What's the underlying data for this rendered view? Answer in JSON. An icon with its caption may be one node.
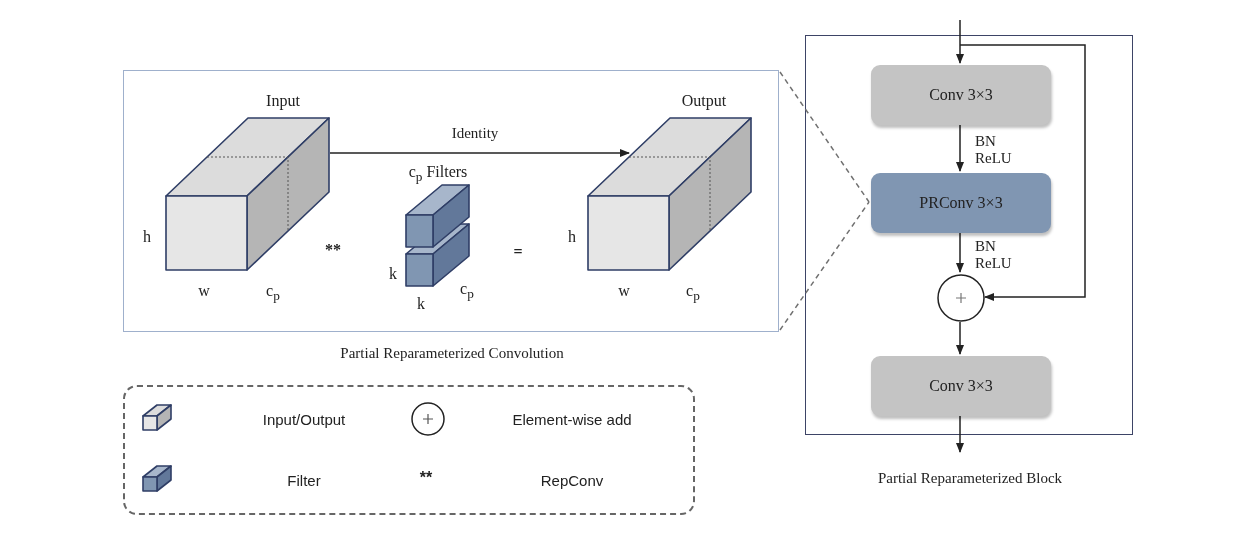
{
  "diagram": {
    "nodes": [
      {
        "text": [
          "Partial Reparameterized Convolution"
        ]
      },
      {
        "text": [
          "Input"
        ],
        "beside": [
          "h",
          "w",
          "c$_{p}$"
        ],
        "in": 0
      },
      {
        "text": [
          "c$_{p}$ Filters"
        ],
        "beside": [
          "k",
          "k",
          "c$_{p}$"
        ],
        "in": 0
      },
      {
        "text": [
          "Output"
        ],
        "beside": [
          "h",
          "w",
          "c$_{p}$"
        ],
        "in": 0
      },
      {
        "text": [
          "Partial Reparameterized Block"
        ]
      },
      {
        "text": [
          "Conv 3×3"
        ],
        "in": 4
      },
      {
        "text": [
          "PRConv 3×3"
        ],
        "in": 4
      },
      {
        "text": [],
        "shape": "circle",
        "in": 4
      },
      {
        "text": [
          "Conv 3×3"
        ],
        "in": 4
      }
    ],
    "edges": [
      {
        "from": 1,
        "to": 3,
        "arrow": "to",
        "label": "Identity"
      },
      {
        "from": null,
        "to": 5,
        "arrow": "to"
      },
      {
        "from": 5,
        "to": 6,
        "arrow": "to",
        "label": "BN ReLU"
      },
      {
        "from": 6,
        "to": 7,
        "arrow": "to",
        "label": "BN ReLU"
      },
      {
        "from": null,
        "to": 7,
        "arrow": "to"
      },
      {
        "from": 7,
        "to": 8,
        "arrow": "to"
      },
      {
        "from": 8,
        "to": null,
        "arrow": "to"
      },
      {
        "from": 0,
        "to": 6,
        "arrow": "none",
        "style": "dashed",
        "color": "#707070"
      },
      {
        "from": 0,
        "to": 6,
        "arrow": "none",
        "style": "dashed",
        "color": "#707070"
      }
    ],
    "labels": [
      "**",
      "=",
      "**"
    ],
    "legend": [
      {
        "text": "Input/Output"
      },
      {
        "text": "Element-wise add"
      },
      {
        "text": "Filter"
      },
      {
        "text": "RepConv"
      }
    ]
  }
}
